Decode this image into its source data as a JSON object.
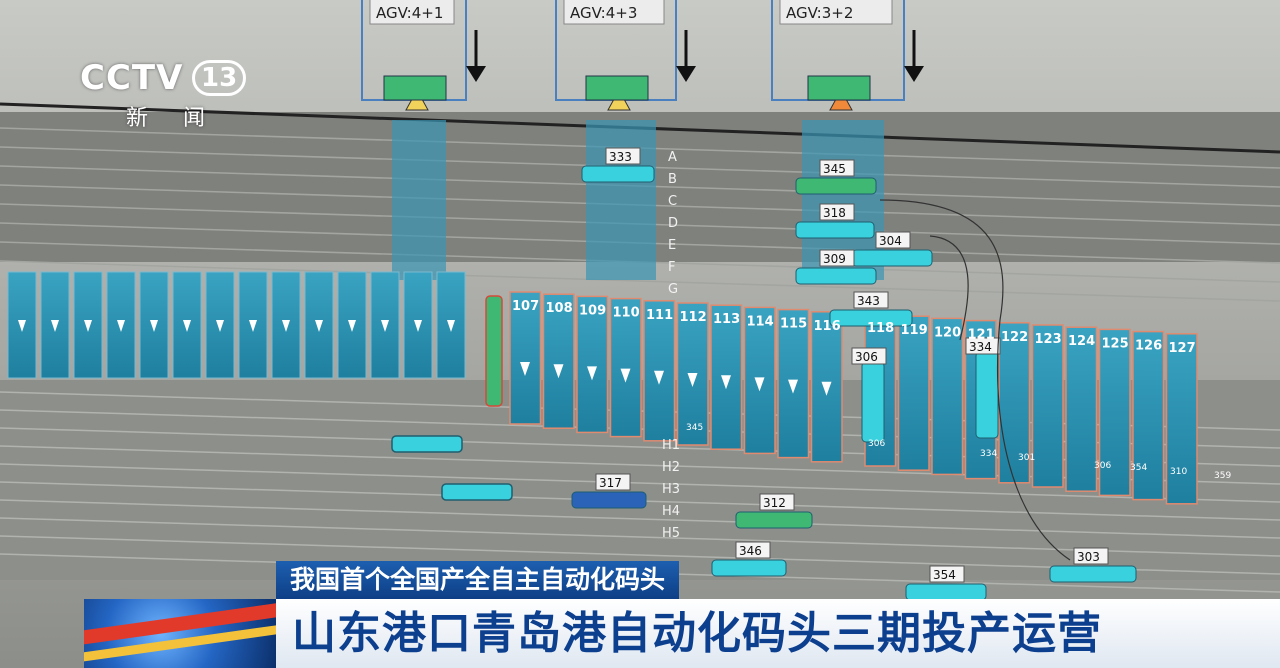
{
  "broadcast": {
    "channel_logo": "CCTV",
    "channel_number": "13",
    "channel_name": "新 闻",
    "caption_small": "我国首个全国产全自主自动化码头",
    "caption_main": "山东港口青岛港自动化码头三期投产运营"
  },
  "monitor": {
    "agv_labels": [
      "AGV:4+1",
      "AGV:4+3",
      "AGV:3+2"
    ],
    "lane_letters_top": [
      "A",
      "B",
      "C",
      "D",
      "E",
      "F",
      "G"
    ],
    "lane_letters_bottom": [
      "H1",
      "H2",
      "H3",
      "H4",
      "H5"
    ],
    "bay_numbers": [
      "107",
      "108",
      "109",
      "110",
      "111",
      "112",
      "113",
      "114",
      "115",
      "116",
      "118",
      "119",
      "120",
      "121",
      "122",
      "123",
      "124",
      "125",
      "126",
      "127"
    ],
    "bottom_numbers": [
      "345",
      "306",
      "334",
      "301",
      "306",
      "354",
      "310",
      "359"
    ],
    "vehicle_tags": [
      "333",
      "345",
      "318",
      "304",
      "309",
      "343",
      "306",
      "334",
      "312",
      "317",
      "346",
      "354",
      "303"
    ],
    "colors": {
      "cyan": "#3ad1de",
      "green": "#3fb873",
      "bay_blue": "#2b8fb0",
      "warning_orange": "#f08a3a",
      "outline_red": "#d44a3a"
    }
  }
}
